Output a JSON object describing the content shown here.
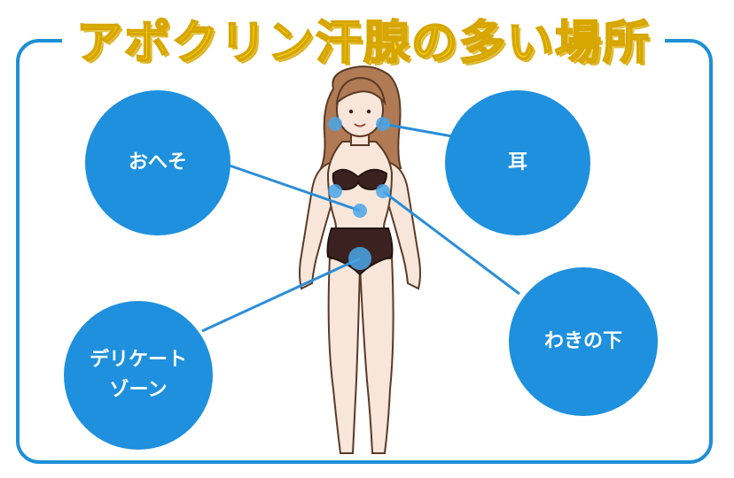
{
  "title": "アポクリン汗腺の多い場所",
  "labels": {
    "navel": "おへそ",
    "ear": "耳",
    "armpit": "わきの下",
    "delicate_line1": "デリケート",
    "delicate_line2": "ゾーン"
  },
  "colors": {
    "frame": "#1f8fd6",
    "bubble": "#1e90dd",
    "marker": "#4aa6e8",
    "title_fill": "#ffe21a",
    "title_stroke": "#d7a600"
  }
}
